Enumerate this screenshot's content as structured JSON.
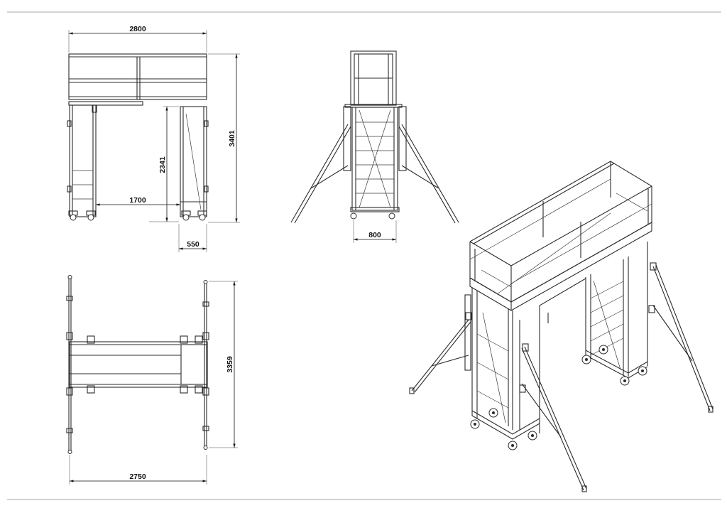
{
  "dimensions": {
    "front_width": "2800",
    "front_height": "3401",
    "clear_height": "2341",
    "clear_span": "1700",
    "ladder_depth": "550",
    "side_width": "800",
    "plan_height": "3359",
    "plan_width": "2750"
  },
  "colors": {
    "line": "#2b2b2b",
    "dimension": "#111111",
    "background": "#ffffff"
  }
}
